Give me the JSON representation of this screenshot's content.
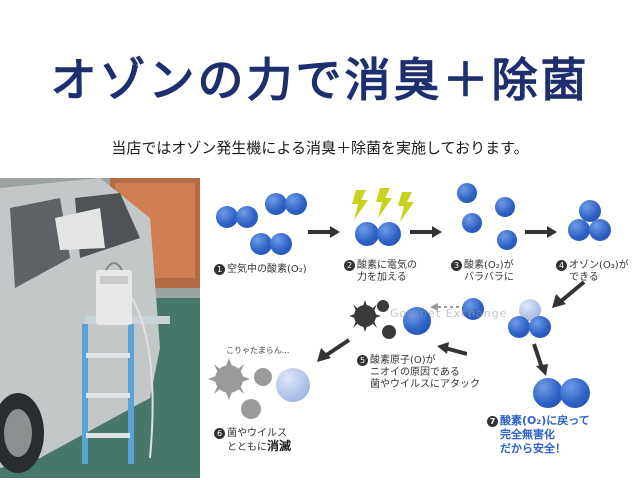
{
  "title": "オゾンの力で消臭＋除菌",
  "subtitle": "当店ではオゾン発生機による消臭＋除菌を実施しております。",
  "diagram": {
    "steps": [
      {
        "num": "1",
        "lines": [
          "空気中の酸素(O₂)"
        ]
      },
      {
        "num": "2",
        "lines": [
          "酸素に電気の",
          "力を加える"
        ]
      },
      {
        "num": "3",
        "lines": [
          "酸素(O₂)が",
          "バラバラに"
        ]
      },
      {
        "num": "4",
        "lines": [
          "オゾン(O₃)が",
          "できる"
        ]
      },
      {
        "num": "5",
        "lines": [
          "酸素原子(O)が",
          "ニオイの原因である",
          "菌やウイルスにアタック"
        ]
      },
      {
        "num": "6",
        "lines": [
          "菌やウイルス",
          "とともに",
          "消滅"
        ]
      },
      {
        "num": "7",
        "lines": [
          "酸素(O₂)に戻って",
          "完全無害化",
          "だから安全！"
        ]
      }
    ],
    "note": "こりゃたまらん...",
    "watermark": "Goo-net Exchange"
  },
  "colors": {
    "title": "#1e2f6d",
    "molecule": "#2f62c6",
    "bolt": "#c9d21c",
    "germ": "#3a3a3a",
    "accent_text": "#2f62c6"
  }
}
